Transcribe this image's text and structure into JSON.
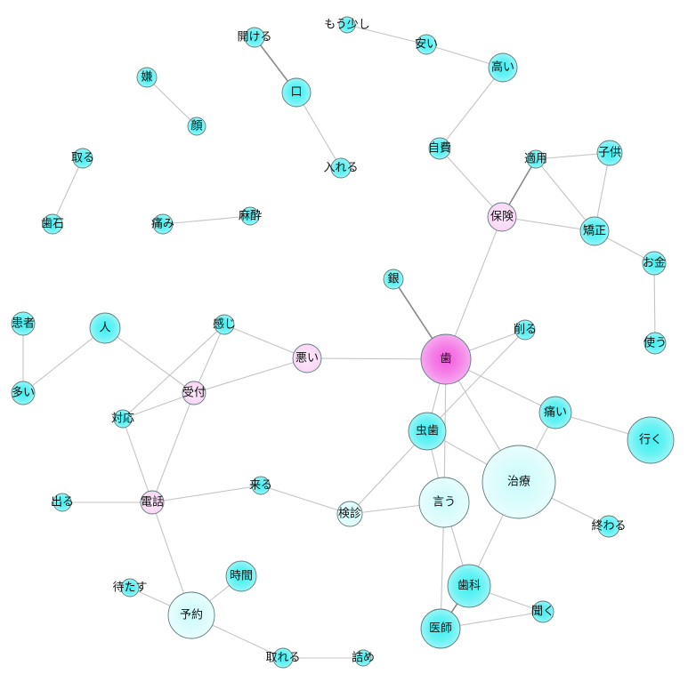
{
  "network": {
    "nodes": [
      {
        "id": "hagane",
        "label": "歯",
        "color": "pink"
      },
      {
        "id": "chiryo",
        "label": "治療",
        "color": "light"
      },
      {
        "id": "iku",
        "label": "行く",
        "color": "cyan"
      },
      {
        "id": "iu",
        "label": "言う",
        "color": "light"
      },
      {
        "id": "yoyaku",
        "label": "予約",
        "color": "light"
      },
      {
        "id": "mushiba",
        "label": "虫歯",
        "color": "cyan"
      },
      {
        "id": "shika",
        "label": "歯科",
        "color": "cyan"
      },
      {
        "id": "ishi",
        "label": "医師",
        "color": "cyan"
      },
      {
        "id": "itai",
        "label": "痛い",
        "color": "cyan"
      },
      {
        "id": "jikan",
        "label": "時間",
        "color": "cyan"
      },
      {
        "id": "hito",
        "label": "人",
        "color": "cyan"
      },
      {
        "id": "kuchi",
        "label": "口",
        "color": "cyan"
      },
      {
        "id": "takai",
        "label": "高い",
        "color": "cyan"
      },
      {
        "id": "kyosei",
        "label": "矯正",
        "color": "cyan"
      },
      {
        "id": "hoken",
        "label": "保険",
        "color": "pink"
      },
      {
        "id": "warui",
        "label": "悪い",
        "color": "pink"
      },
      {
        "id": "uketsuke",
        "label": "受付",
        "color": "pink"
      },
      {
        "id": "denwa",
        "label": "電話",
        "color": "pink"
      },
      {
        "id": "kodomo",
        "label": "子供",
        "color": "cyan"
      },
      {
        "id": "okane",
        "label": "お金",
        "color": "cyan"
      },
      {
        "id": "tsukau",
        "label": "使う",
        "color": "cyan"
      },
      {
        "id": "tekiyo",
        "label": "適用",
        "color": "cyan"
      },
      {
        "id": "jihi",
        "label": "自費",
        "color": "cyan"
      },
      {
        "id": "yasui",
        "label": "安い",
        "color": "cyan"
      },
      {
        "id": "mousukoshi",
        "label": "もう少し",
        "color": "cyan"
      },
      {
        "id": "akeru",
        "label": "開ける",
        "color": "cyan"
      },
      {
        "id": "ireru",
        "label": "入れる",
        "color": "cyan"
      },
      {
        "id": "iya",
        "label": "嫌",
        "color": "cyan"
      },
      {
        "id": "kao",
        "label": "顔",
        "color": "cyan"
      },
      {
        "id": "toru",
        "label": "取る",
        "color": "cyan"
      },
      {
        "id": "shiseki",
        "label": "歯石",
        "color": "cyan"
      },
      {
        "id": "itami",
        "label": "痛み",
        "color": "cyan"
      },
      {
        "id": "masui",
        "label": "麻酔",
        "color": "cyan"
      },
      {
        "id": "gin",
        "label": "銀",
        "color": "cyan"
      },
      {
        "id": "kezuru",
        "label": "削る",
        "color": "cyan"
      },
      {
        "id": "kanji",
        "label": "感じ",
        "color": "cyan"
      },
      {
        "id": "kanja",
        "label": "患者",
        "color": "cyan"
      },
      {
        "id": "ooi",
        "label": "多い",
        "color": "cyan"
      },
      {
        "id": "taiou",
        "label": "対応",
        "color": "cyan"
      },
      {
        "id": "deru",
        "label": "出る",
        "color": "cyan"
      },
      {
        "id": "kuru",
        "label": "来る",
        "color": "cyan"
      },
      {
        "id": "kenshin",
        "label": "検診",
        "color": "light"
      },
      {
        "id": "owaru",
        "label": "終わる",
        "color": "cyan"
      },
      {
        "id": "kiku",
        "label": "聞く",
        "color": "cyan"
      },
      {
        "id": "matasu",
        "label": "待たす",
        "color": "cyan"
      },
      {
        "id": "toreru",
        "label": "取れる",
        "color": "cyan"
      },
      {
        "id": "tsume",
        "label": "詰め",
        "color": "cyan"
      }
    ],
    "edges": [
      [
        "mousukoshi",
        "yasui"
      ],
      [
        "yasui",
        "takai"
      ],
      [
        "takai",
        "jihi"
      ],
      [
        "jihi",
        "hoken"
      ],
      [
        "hoken",
        "tekiyo"
      ],
      [
        "hoken",
        "kyosei"
      ],
      [
        "tekiyo",
        "kodomo"
      ],
      [
        "tekiyo",
        "kyosei"
      ],
      [
        "kodomo",
        "kyosei"
      ],
      [
        "kyosei",
        "okane"
      ],
      [
        "okane",
        "tsukau"
      ],
      [
        "hoken",
        "hagane"
      ],
      [
        "akeru",
        "kuchi"
      ],
      [
        "kuchi",
        "ireru"
      ],
      [
        "iya",
        "kao"
      ],
      [
        "toru",
        "shiseki"
      ],
      [
        "itami",
        "masui"
      ],
      [
        "gin",
        "hagane"
      ],
      [
        "hagane",
        "kezuru"
      ],
      [
        "hagane",
        "warui"
      ],
      [
        "hagane",
        "mushiba"
      ],
      [
        "hagane",
        "chiryo"
      ],
      [
        "hagane",
        "itai"
      ],
      [
        "hagane",
        "iu"
      ],
      [
        "kezuru",
        "mushiba"
      ],
      [
        "itai",
        "iku"
      ],
      [
        "itai",
        "chiryo"
      ],
      [
        "mushiba",
        "chiryo"
      ],
      [
        "mushiba",
        "iu"
      ],
      [
        "mushiba",
        "kenshin"
      ],
      [
        "chiryo",
        "owaru"
      ],
      [
        "chiryo",
        "shika"
      ],
      [
        "iu",
        "kenshin"
      ],
      [
        "iu",
        "shika"
      ],
      [
        "iu",
        "ishi"
      ],
      [
        "shika",
        "ishi"
      ],
      [
        "shika",
        "kiku"
      ],
      [
        "ishi",
        "kiku"
      ],
      [
        "kuru",
        "kenshin"
      ],
      [
        "denwa",
        "kuru"
      ],
      [
        "denwa",
        "deru"
      ],
      [
        "denwa",
        "yoyaku"
      ],
      [
        "denwa",
        "taiou"
      ],
      [
        "denwa",
        "uketsuke"
      ],
      [
        "warui",
        "kanji"
      ],
      [
        "warui",
        "uketsuke"
      ],
      [
        "kanji",
        "uketsuke"
      ],
      [
        "kanji",
        "taiou"
      ],
      [
        "uketsuke",
        "taiou"
      ],
      [
        "hito",
        "ooi"
      ],
      [
        "hito",
        "uketsuke"
      ],
      [
        "kanja",
        "ooi"
      ],
      [
        "yoyaku",
        "matasu"
      ],
      [
        "yoyaku",
        "jikan"
      ],
      [
        "yoyaku",
        "toreru"
      ],
      [
        "toreru",
        "tsume"
      ]
    ]
  }
}
